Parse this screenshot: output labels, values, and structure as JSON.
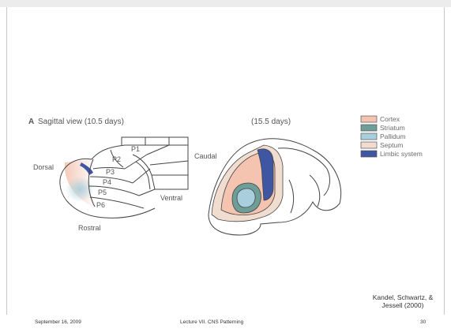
{
  "figure": {
    "panel_letter": "A",
    "panel_title": "Sagittal view (10.5 days)",
    "second_title": "(15.5 days)",
    "orientation": {
      "dorsal": "Dorsal",
      "caudal": "Caudal",
      "ventral": "Ventral",
      "rostral": "Rostral"
    },
    "regions": [
      "P1",
      "P2",
      "P3",
      "P4",
      "P5",
      "P6"
    ],
    "legend": [
      {
        "label": "Cortex",
        "color": "#f4c4b0"
      },
      {
        "label": "Striatum",
        "color": "#6e9e98"
      },
      {
        "label": "Pallidum",
        "color": "#a9cfde"
      },
      {
        "label": "Septum",
        "color": "#f1ddd0"
      },
      {
        "label": "Limbic system",
        "color": "#3f56a3"
      }
    ]
  },
  "credit": {
    "line1": "Kandel, Schwartz, &",
    "line2": "Jessell (2000)"
  },
  "footer": {
    "date": "September 16, 2009",
    "title": "Lecture VII. CNS Patterning",
    "page": "30"
  }
}
